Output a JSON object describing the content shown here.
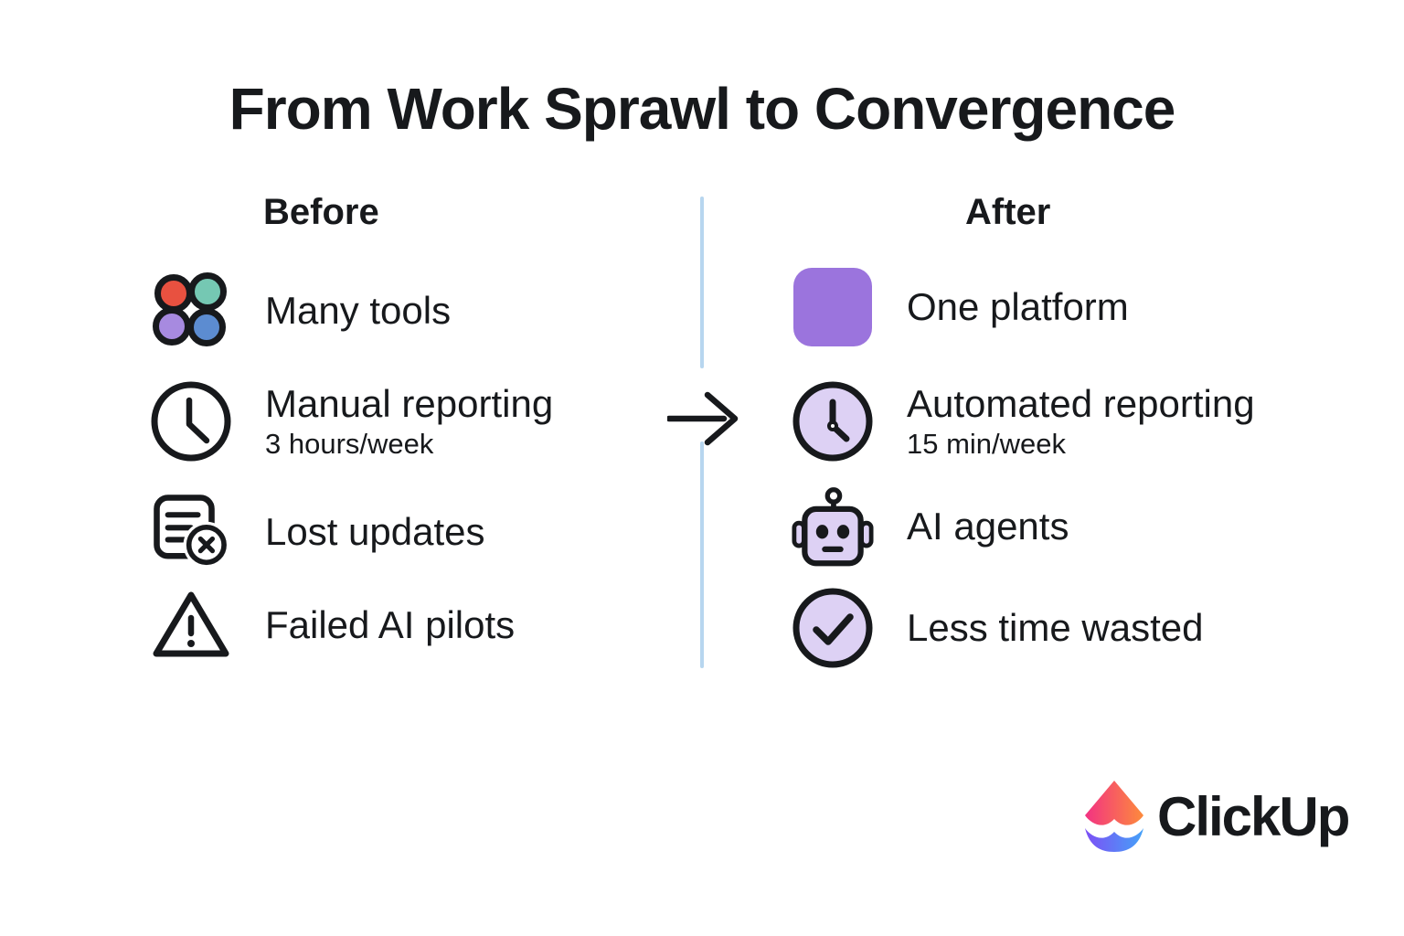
{
  "title": "From Work Sprawl to Convergence",
  "before": {
    "header": "Before",
    "items": [
      {
        "icon": "many-tools-icon",
        "label": "Many tools"
      },
      {
        "icon": "clock-icon",
        "label": "Manual reporting",
        "sublabel": "3 hours/week"
      },
      {
        "icon": "lost-updates-icon",
        "label": "Lost updates"
      },
      {
        "icon": "warning-triangle-icon",
        "label": "Failed AI pilots"
      }
    ]
  },
  "after": {
    "header": "After",
    "items": [
      {
        "icon": "platform-square-icon",
        "label": "One platform"
      },
      {
        "icon": "clock-icon",
        "label": "Automated reporting",
        "sublabel": "15 min/week"
      },
      {
        "icon": "robot-icon",
        "label": "AI agents"
      },
      {
        "icon": "check-circle-icon",
        "label": "Less time wasted"
      }
    ]
  },
  "transform": {
    "icon": "right-arrow-icon"
  },
  "logo": {
    "mark": "clickup-logo-icon",
    "wordmark": "ClickUp"
  },
  "colors": {
    "ink": "#17191c",
    "divider_blue": "#b7d6ef",
    "tool_red": "#e85140",
    "tool_teal": "#75c8b3",
    "tool_purple": "#a78ae0",
    "tool_blue": "#5c8cd1",
    "accent_purple": "#9b74dd",
    "light_purple": "#ddd1f4",
    "logo_pink": "#f23283",
    "logo_orange": "#fd8b3c",
    "logo_violet": "#7d4ff5",
    "logo_blue": "#45a2f8"
  }
}
